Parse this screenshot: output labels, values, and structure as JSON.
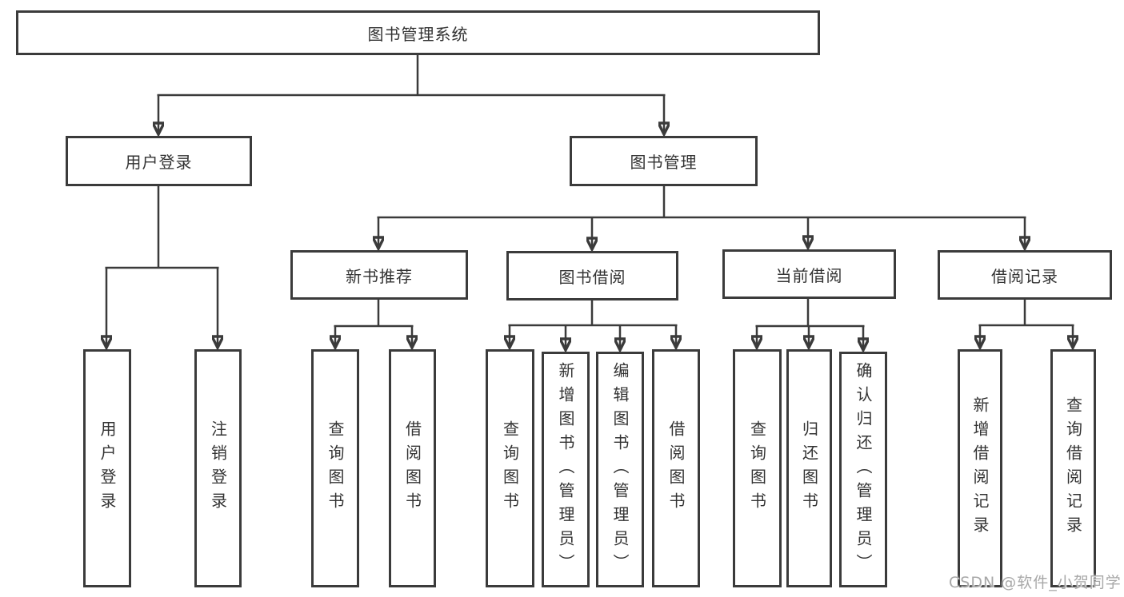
{
  "diagram": {
    "root": {
      "label": "图书管理系统"
    },
    "user_login": {
      "label": "用户登录",
      "children": {
        "login": "用户登录",
        "logout": "注销登录"
      }
    },
    "book_management": {
      "label": "图书管理",
      "children": {
        "new_book_recommend": {
          "label": "新书推荐",
          "children": {
            "query_books": "查询图书",
            "borrow_books": "借阅图书"
          }
        },
        "book_borrowing": {
          "label": "图书借阅",
          "children": {
            "query_books": "查询图书",
            "add_books_admin": "新增图书（管理员）",
            "edit_books_admin": "编辑图书（管理员）",
            "borrow_books": "借阅图书"
          }
        },
        "current_borrowing": {
          "label": "当前借阅",
          "children": {
            "query_books": "查询图书",
            "return_books": "归还图书",
            "confirm_return_admin": "确认归还（管理员）"
          }
        },
        "borrowing_records": {
          "label": "借阅记录",
          "children": {
            "add_borrow_record": "新增借阅记录",
            "query_borrow_record": "查询借阅记录"
          }
        }
      }
    }
  },
  "watermark": {
    "text": "CSDN @软件_小贺同学"
  },
  "colors": {
    "line": "#3b3b3b",
    "box_border": "#3b3b3b",
    "text": "#333333",
    "background": "#ffffff",
    "watermark": "#a8a8a8"
  }
}
